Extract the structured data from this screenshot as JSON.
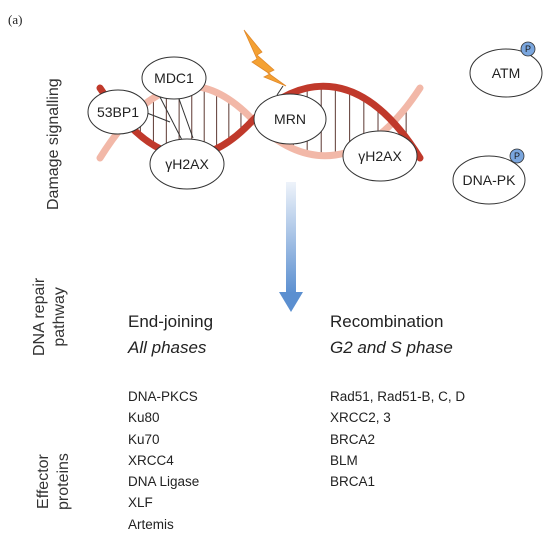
{
  "panel_label": "(a)",
  "row_labels": {
    "damage": "Damage signalling",
    "pathway": [
      "DNA repair",
      "pathway"
    ],
    "effector": [
      "Effector",
      "proteins"
    ]
  },
  "nodes": {
    "mdc1": "MDC1",
    "bp53": "53BP1",
    "h2ax_left": "γH2AX",
    "mrn": "MRN",
    "h2ax_right": "γH2AX",
    "atm": "ATM",
    "dnapk": "DNA-PK",
    "phospho": "P"
  },
  "pathways": {
    "end_joining": {
      "name": "End-joining",
      "phase": "All phases",
      "proteins": [
        "DNA-PKCS",
        "Ku80",
        "Ku70",
        "XRCC4",
        "DNA Ligase",
        "XLF",
        "Artemis"
      ]
    },
    "recombination": {
      "name": "Recombination",
      "phase": "G2 and S phase",
      "proteins": [
        "Rad51, Rad51-B, C, D",
        "XRCC2, 3",
        "BRCA2",
        "BLM",
        "BRCA1"
      ]
    }
  },
  "colors": {
    "strand_dark": "#c0392b",
    "strand_light": "#f2b8a8",
    "lightning": "#f4a132",
    "arrow_top": "#e6eef8",
    "arrow_bottom": "#5b8fd0",
    "phospho_fill": "#7aa6de"
  },
  "icons": [
    "lightning-icon",
    "down-arrow-icon",
    "phosphate-icon"
  ]
}
